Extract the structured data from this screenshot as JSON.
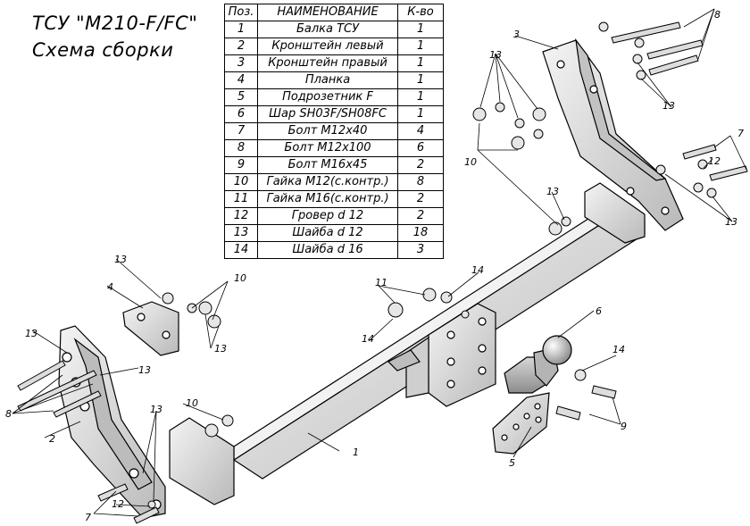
{
  "title_line1": "ТСУ \"M210-F/FC\"",
  "title_line2": "Схема сборки",
  "table": {
    "headers": [
      "Поз.",
      "НАИМЕНОВАНИЕ",
      "К-во"
    ],
    "rows": [
      [
        "1",
        "Балка ТСУ",
        "1"
      ],
      [
        "2",
        "Кронштейн левый",
        "1"
      ],
      [
        "3",
        "Кронштейн правый",
        "1"
      ],
      [
        "4",
        "Планка",
        "1"
      ],
      [
        "5",
        "Подрозетник F",
        "1"
      ],
      [
        "6",
        "Шар SH03F/SH08FC",
        "1"
      ],
      [
        "7",
        "Болт М12х40",
        "4"
      ],
      [
        "8",
        "Болт М12х100",
        "6"
      ],
      [
        "9",
        "Болт М16х45",
        "2"
      ],
      [
        "10",
        "Гайка М12(с.контр.)",
        "8"
      ],
      [
        "11",
        "Гайка  М16(с.контр.)",
        "2"
      ],
      [
        "12",
        "Гровер d 12",
        "2"
      ],
      [
        "13",
        "Шайба d 12",
        "18"
      ],
      [
        "14",
        "Шайба d 16",
        "3"
      ]
    ]
  },
  "callouts": {
    "c1": "1",
    "c2": "2",
    "c3": "3",
    "c4": "4",
    "c5": "5",
    "c6": "6",
    "c7a": "7",
    "c7b": "7",
    "c8a": "8",
    "c8b": "8",
    "c9": "9",
    "c10a": "10",
    "c10b": "10",
    "c10c": "10",
    "c11": "11",
    "c12a": "12",
    "c12b": "12",
    "c13a": "13",
    "c13b": "13",
    "c13c": "13",
    "c13d": "13",
    "c13e": "13",
    "c13f": "13",
    "c13g": "13",
    "c13h": "13",
    "c13i": "13",
    "c14a": "14",
    "c14b": "14",
    "c14c": "14"
  }
}
